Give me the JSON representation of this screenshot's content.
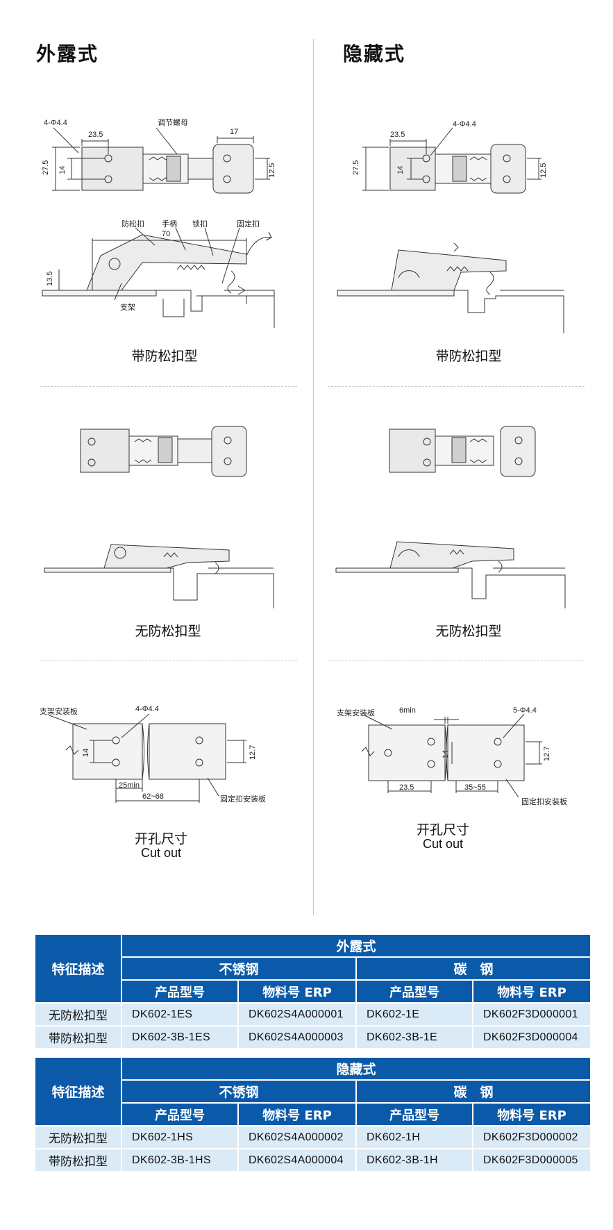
{
  "titles": {
    "left": "外露式",
    "right": "隐藏式"
  },
  "captions": {
    "with_lock": "带防松扣型",
    "without_lock": "无防松扣型",
    "cutout_cn": "开孔尺寸",
    "cutout_en": "Cut out"
  },
  "dims_exposed_top": {
    "holes": "4-Φ4.4",
    "w1": "23.5",
    "w2": "17",
    "h1": "27.5",
    "h2": "14",
    "h3": "12.5",
    "nut": "调节螺母"
  },
  "dims_exposed_side": {
    "length": "70",
    "height": "13.5",
    "anti_loose": "防松扣",
    "handle": "手柄",
    "lock": "锁扣",
    "fixed": "固定扣",
    "bracket": "支架"
  },
  "dims_hidden_top": {
    "w1": "23.5",
    "holes": "4-Φ4.4",
    "h1": "27.5",
    "h2": "14",
    "h3": "12.5"
  },
  "cutout_left": {
    "bracket_plate": "支架安装板",
    "holes": "4-Φ4.4",
    "h14": "14",
    "h127": "12.7",
    "min": "25min",
    "range": "62~68",
    "fixed_plate": "固定扣安装板"
  },
  "cutout_right": {
    "bracket_plate": "支架安装板",
    "min": "6min",
    "holes": "5-Φ4.4",
    "h14": "14",
    "h127": "12.7",
    "w235": "23.5",
    "range": "35~55",
    "fixed_plate": "固定扣安装板"
  },
  "table_exposed": {
    "feature": "特征描述",
    "group": "外露式",
    "material_a": "不锈钢",
    "material_b": "碳　钢",
    "col_model": "产品型号",
    "col_erp": "物料号 ERP",
    "rows": [
      {
        "label": "无防松扣型",
        "a_model": "DK602-1ES",
        "a_erp": "DK602S4A000001",
        "b_model": "DK602-1E",
        "b_erp": "DK602F3D000001"
      },
      {
        "label": "带防松扣型",
        "a_model": "DK602-3B-1ES",
        "a_erp": "DK602S4A000003",
        "b_model": "DK602-3B-1E",
        "b_erp": "DK602F3D000004"
      }
    ]
  },
  "table_hidden": {
    "feature": "特征描述",
    "group": "隐藏式",
    "material_a": "不锈钢",
    "material_b": "碳　钢",
    "col_model": "产品型号",
    "col_erp": "物料号 ERP",
    "rows": [
      {
        "label": "无防松扣型",
        "a_model": "DK602-1HS",
        "a_erp": "DK602S4A000002",
        "b_model": "DK602-1H",
        "b_erp": "DK602F3D000002"
      },
      {
        "label": "带防松扣型",
        "a_model": "DK602-3B-1HS",
        "a_erp": "DK602S4A000004",
        "b_model": "DK602-3B-1H",
        "b_erp": "DK602F3D000005"
      }
    ]
  }
}
